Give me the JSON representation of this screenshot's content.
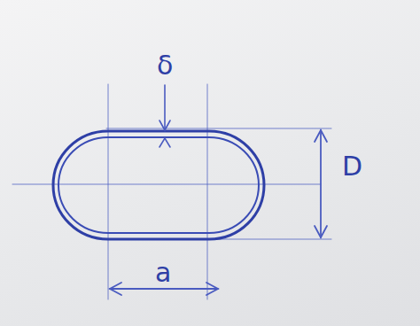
{
  "diagram": {
    "labels": [
      "δ",
      "D",
      "a"
    ]
  }
}
